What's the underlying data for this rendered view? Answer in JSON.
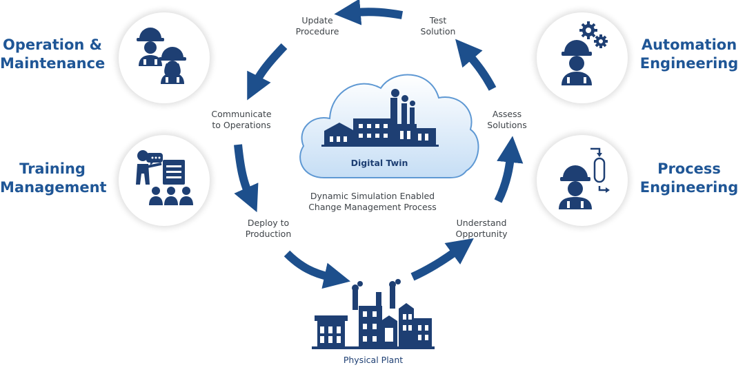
{
  "roles": {
    "operation_maintenance": [
      "Operation &",
      "Maintenance"
    ],
    "training_management": [
      "Training",
      "Management"
    ],
    "automation_engineering": [
      "Automation",
      "Engineering"
    ],
    "process_engineering": [
      "Process",
      "Engineering"
    ]
  },
  "cycle_steps": {
    "update_procedure": [
      "Update",
      "Procedure"
    ],
    "test_solution": [
      "Test",
      "Solution"
    ],
    "communicate": [
      "Communicate",
      "to Operations"
    ],
    "assess": [
      "Assess",
      "Solutions"
    ],
    "deploy": [
      "Deploy to",
      "Production"
    ],
    "understand": [
      "Understand",
      "Opportunity"
    ]
  },
  "center": {
    "cloud_label": "Digital Twin",
    "process_caption": [
      "Dynamic Simulation Enabled",
      "Change Management Process"
    ]
  },
  "plant_label": "Physical Plant",
  "colors": {
    "brand_blue": "#1f5696",
    "arrow_blue": "#1d4f8c",
    "icon_navy": "#1e3f73",
    "cloud_fill_top": "#ffffff",
    "cloud_fill_bottom": "#cfe3f7",
    "cloud_stroke": "#6fa3d8"
  }
}
